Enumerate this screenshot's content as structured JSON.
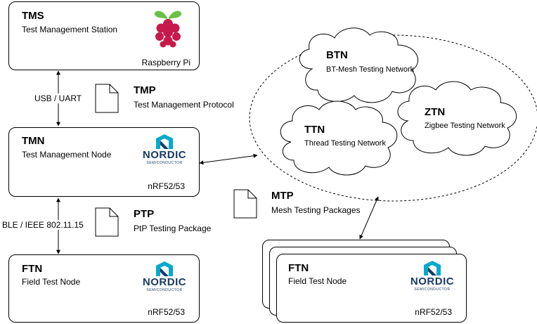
{
  "tms": {
    "abbr": "TMS",
    "full": "Test Management Station",
    "hardware": "Raspberry Pi"
  },
  "tmn": {
    "abbr": "TMN",
    "full": "Test Management Node",
    "hardware": "nRF52/53",
    "logo": "NORDIC",
    "logo_sub": "SEMICONDUCTOR"
  },
  "ftn_left": {
    "abbr": "FTN",
    "full": "Field Test Node",
    "hardware": "nRF52/53",
    "logo": "NORDIC",
    "logo_sub": "SEMICONDUCTOR"
  },
  "ftn_stack": {
    "abbr": "FTN",
    "full": "Field Test Node",
    "hardware": "nRF52/53",
    "logo": "NORDIC",
    "logo_sub": "SEMICONDUCTOR"
  },
  "links": {
    "usb_uart": "USB / UART",
    "ble_ieee": "BLE / IEEE 802.11.15"
  },
  "protocols": {
    "tmp": {
      "abbr": "TMP",
      "full": "Test Management Protocol"
    },
    "ptp": {
      "abbr": "PTP",
      "full": "PtP Testing Package"
    },
    "mtp": {
      "abbr": "MTP",
      "full": "Mesh Testing Packages"
    }
  },
  "networks": {
    "btn": {
      "abbr": "BTN",
      "full": "BT-Mesh Testing Network"
    },
    "ttn": {
      "abbr": "TTN",
      "full": "Thread Testing Network"
    },
    "ztn": {
      "abbr": "ZTN",
      "full": "Zigbee Testing Network"
    }
  },
  "colors": {
    "nordic_blue": "#173a66",
    "nordic_cyan": "#00a9ce",
    "raspberry_green": "#6cc04a",
    "raspberry_red": "#c51a4a"
  }
}
